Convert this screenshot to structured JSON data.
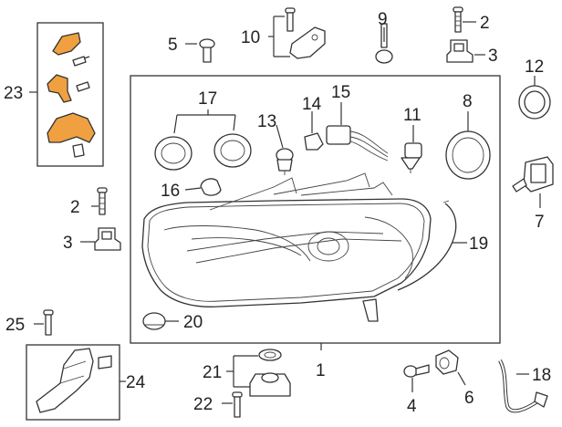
{
  "callouts": {
    "c1": "1",
    "c2a": "2",
    "c2b": "2",
    "c3a": "3",
    "c3b": "3",
    "c4": "4",
    "c5": "5",
    "c6": "6",
    "c7": "7",
    "c8": "8",
    "c9": "9",
    "c10": "10",
    "c11": "11",
    "c12": "12",
    "c13": "13",
    "c14": "14",
    "c15": "15",
    "c16": "16",
    "c17": "17",
    "c18": "18",
    "c19": "19",
    "c20": "20",
    "c21": "21",
    "c22": "22",
    "c23": "23",
    "c24": "24",
    "c25": "25"
  },
  "colors": {
    "line": "#333333",
    "highlight": "#f0a040",
    "background": "#ffffff"
  }
}
